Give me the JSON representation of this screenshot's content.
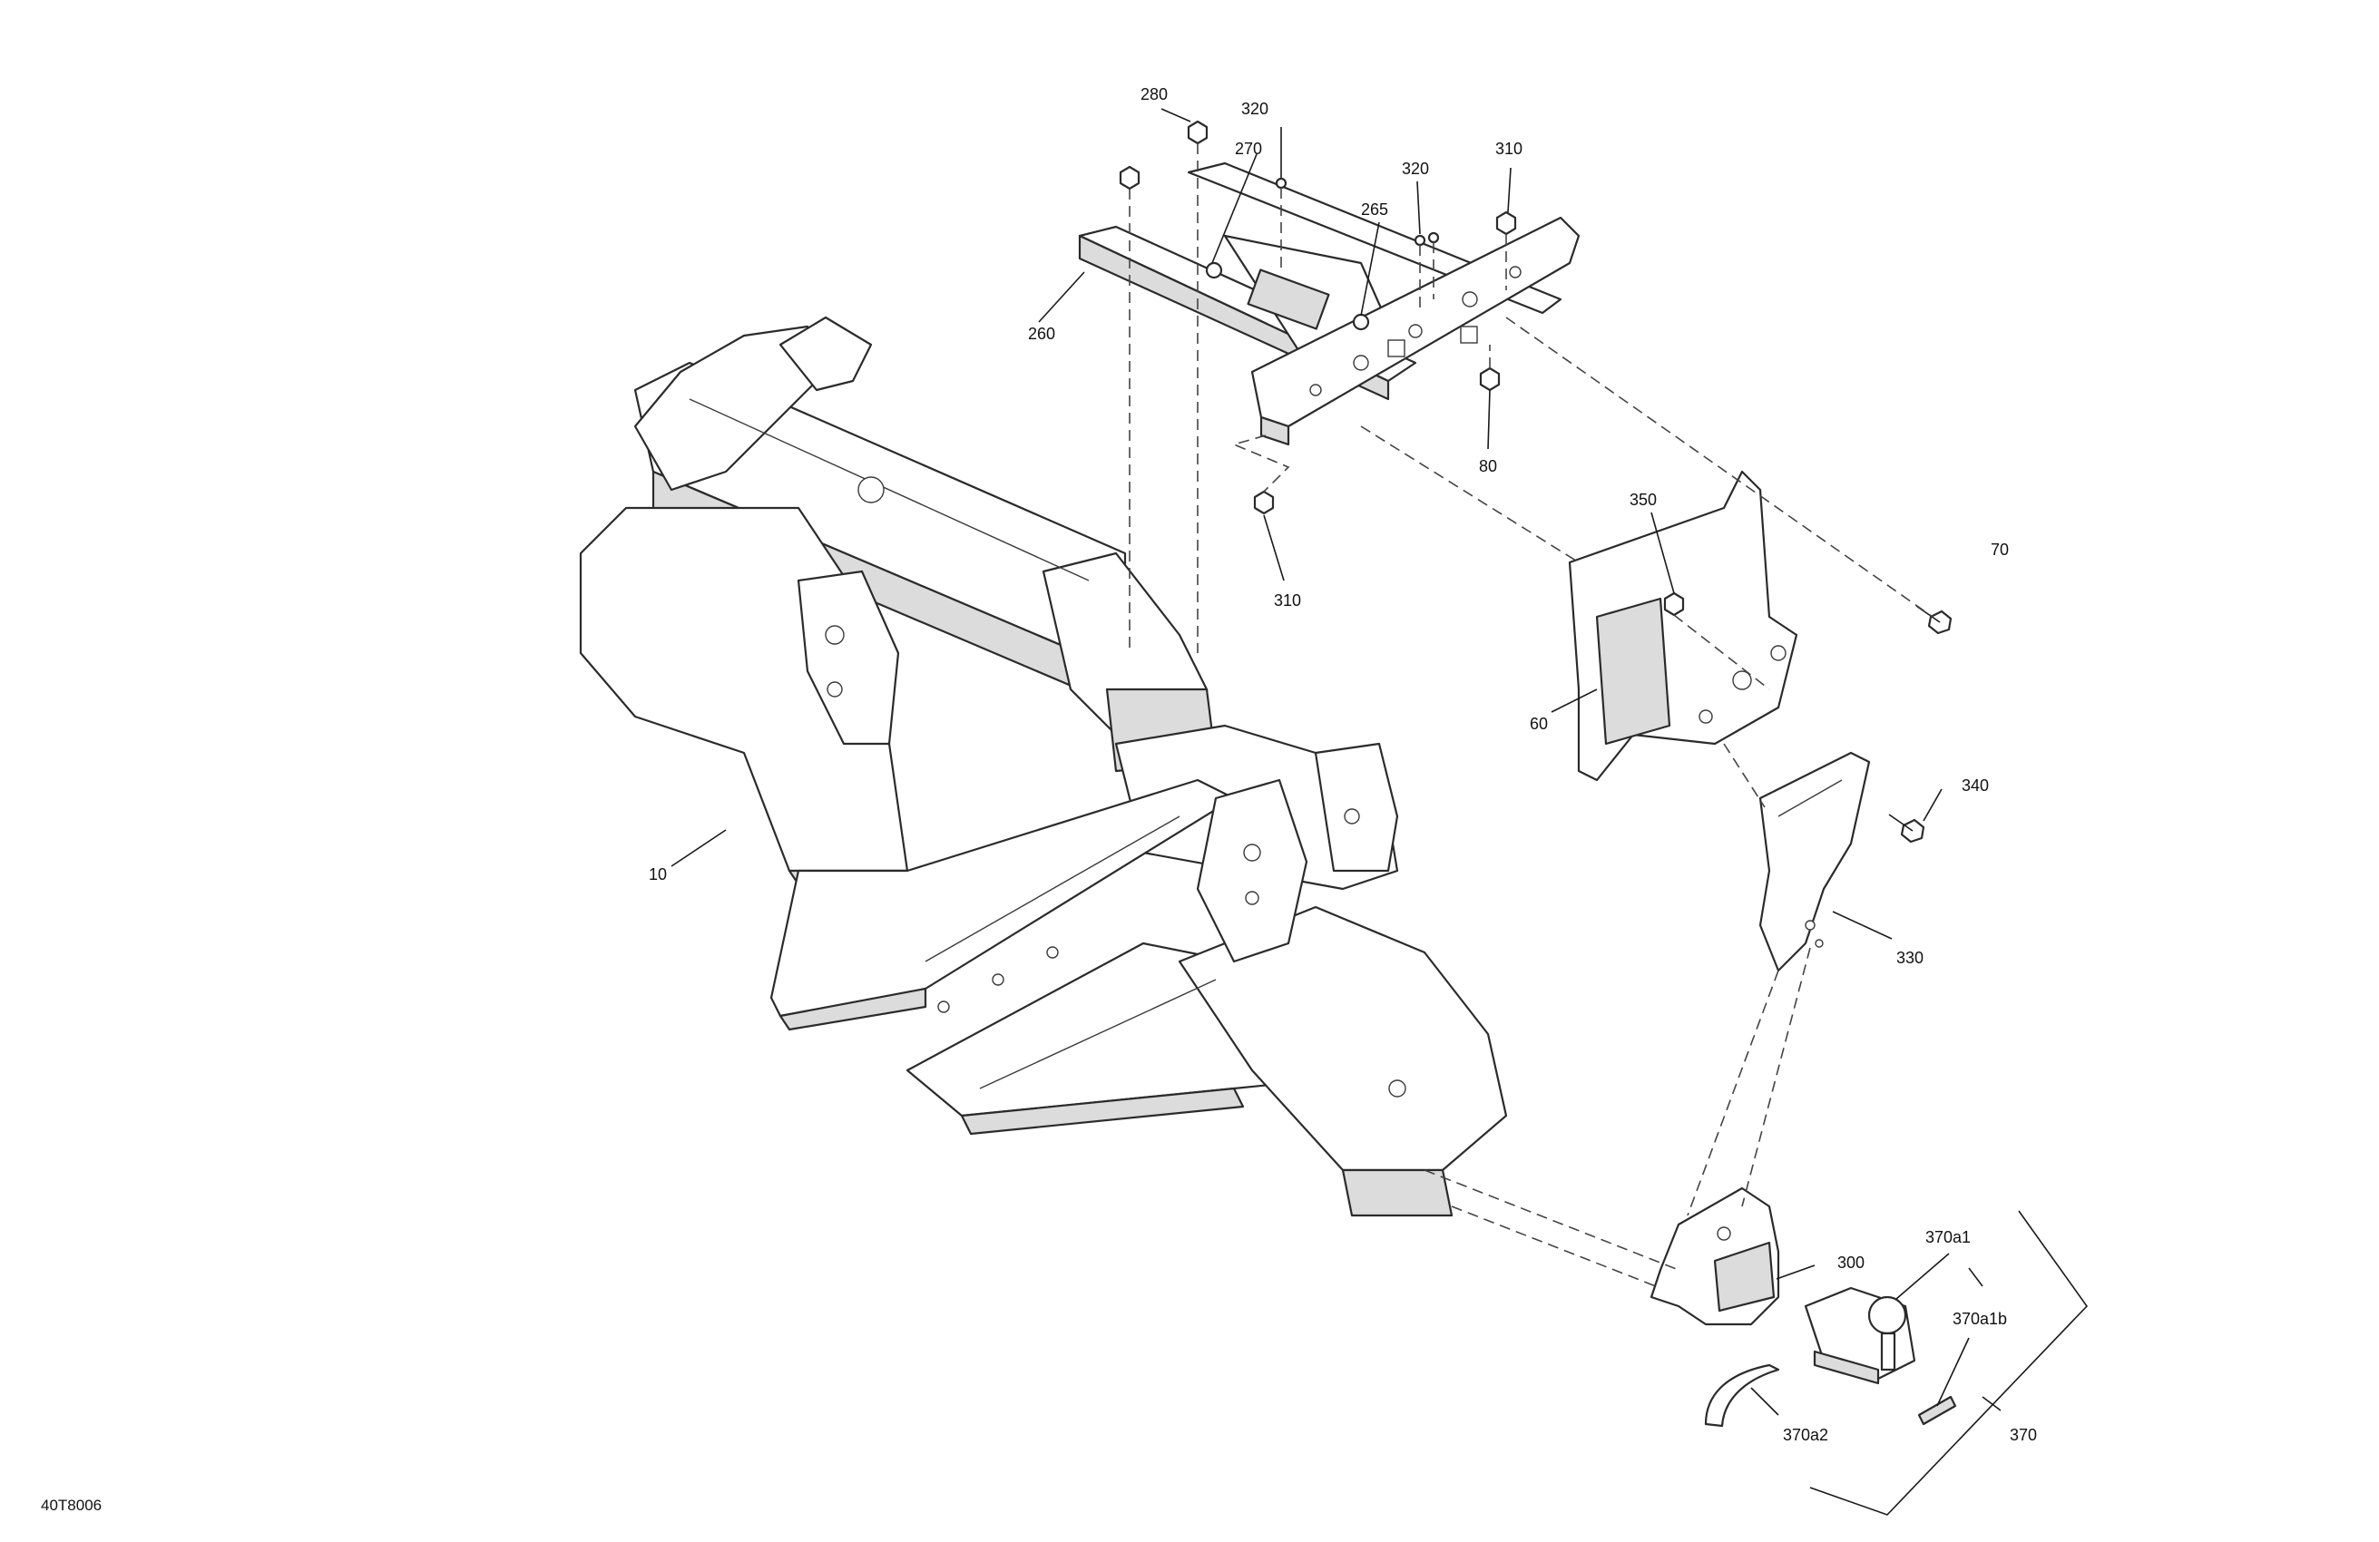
{
  "diagram": {
    "reference_code": "40T8006",
    "callouts": {
      "c280": "280",
      "c270": "270",
      "c320a": "320",
      "c320b": "320",
      "c310a": "310",
      "c265": "265",
      "c260": "260",
      "c80": "80",
      "c350": "350",
      "c70": "70",
      "c310b": "310",
      "c60": "60",
      "c340": "340",
      "c10": "10",
      "c330": "330",
      "c300": "300",
      "c370a1": "370a1",
      "c370a1b": "370a1b",
      "c370a2": "370a2",
      "c370": "370"
    }
  }
}
